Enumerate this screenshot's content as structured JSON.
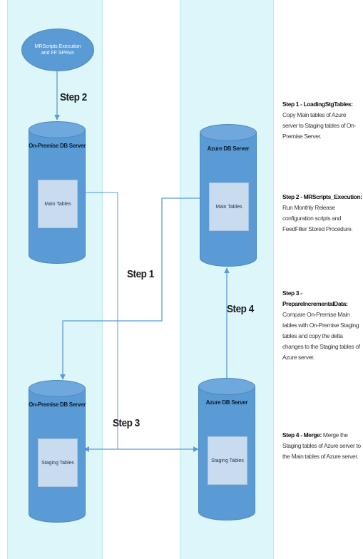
{
  "start_node": {
    "label": "MRScripts Execution and FF SPRun"
  },
  "databases": {
    "onprem_main": {
      "title": "On-Premise DB Server",
      "table": "Main Tables"
    },
    "azure_main": {
      "title": "Azure DB Server",
      "table": "Main Tables"
    },
    "onprem_staging": {
      "title": "On-Premise DB Server",
      "table": "Staging Tables"
    },
    "azure_staging": {
      "title": "Azure DB Server",
      "table": "Staging Tables"
    }
  },
  "steps": {
    "step1": "Step 1",
    "step2": "Step 2",
    "step3": "Step 3",
    "step4": "Step 4"
  },
  "legend": [
    {
      "title": "Step 1 - LoadingStgTables:",
      "text": "Copy Main tables of Azure server to Staging tables of On-Premise Server."
    },
    {
      "title": "Step 2 - MRScripts_Execution:",
      "text": "Run Monthly Release configuration scripts and FeedFilter Stored Procedure."
    },
    {
      "title": "Step 3 - PrepareIncrementalData:",
      "text": "Compare On-Premise Main tables with On-Premise Staging tables and copy the delta changes to the Staging tables of Azure server."
    },
    {
      "title": "Step 4 - Merge:",
      "text": "Merge the Staging tables of Azure server to the Main tables of Azure server."
    }
  ],
  "colors": {
    "lane": "#dcf6f9",
    "db": "#5b9bd5",
    "table": "#c9dbef",
    "connector": "#5b9bd5"
  }
}
